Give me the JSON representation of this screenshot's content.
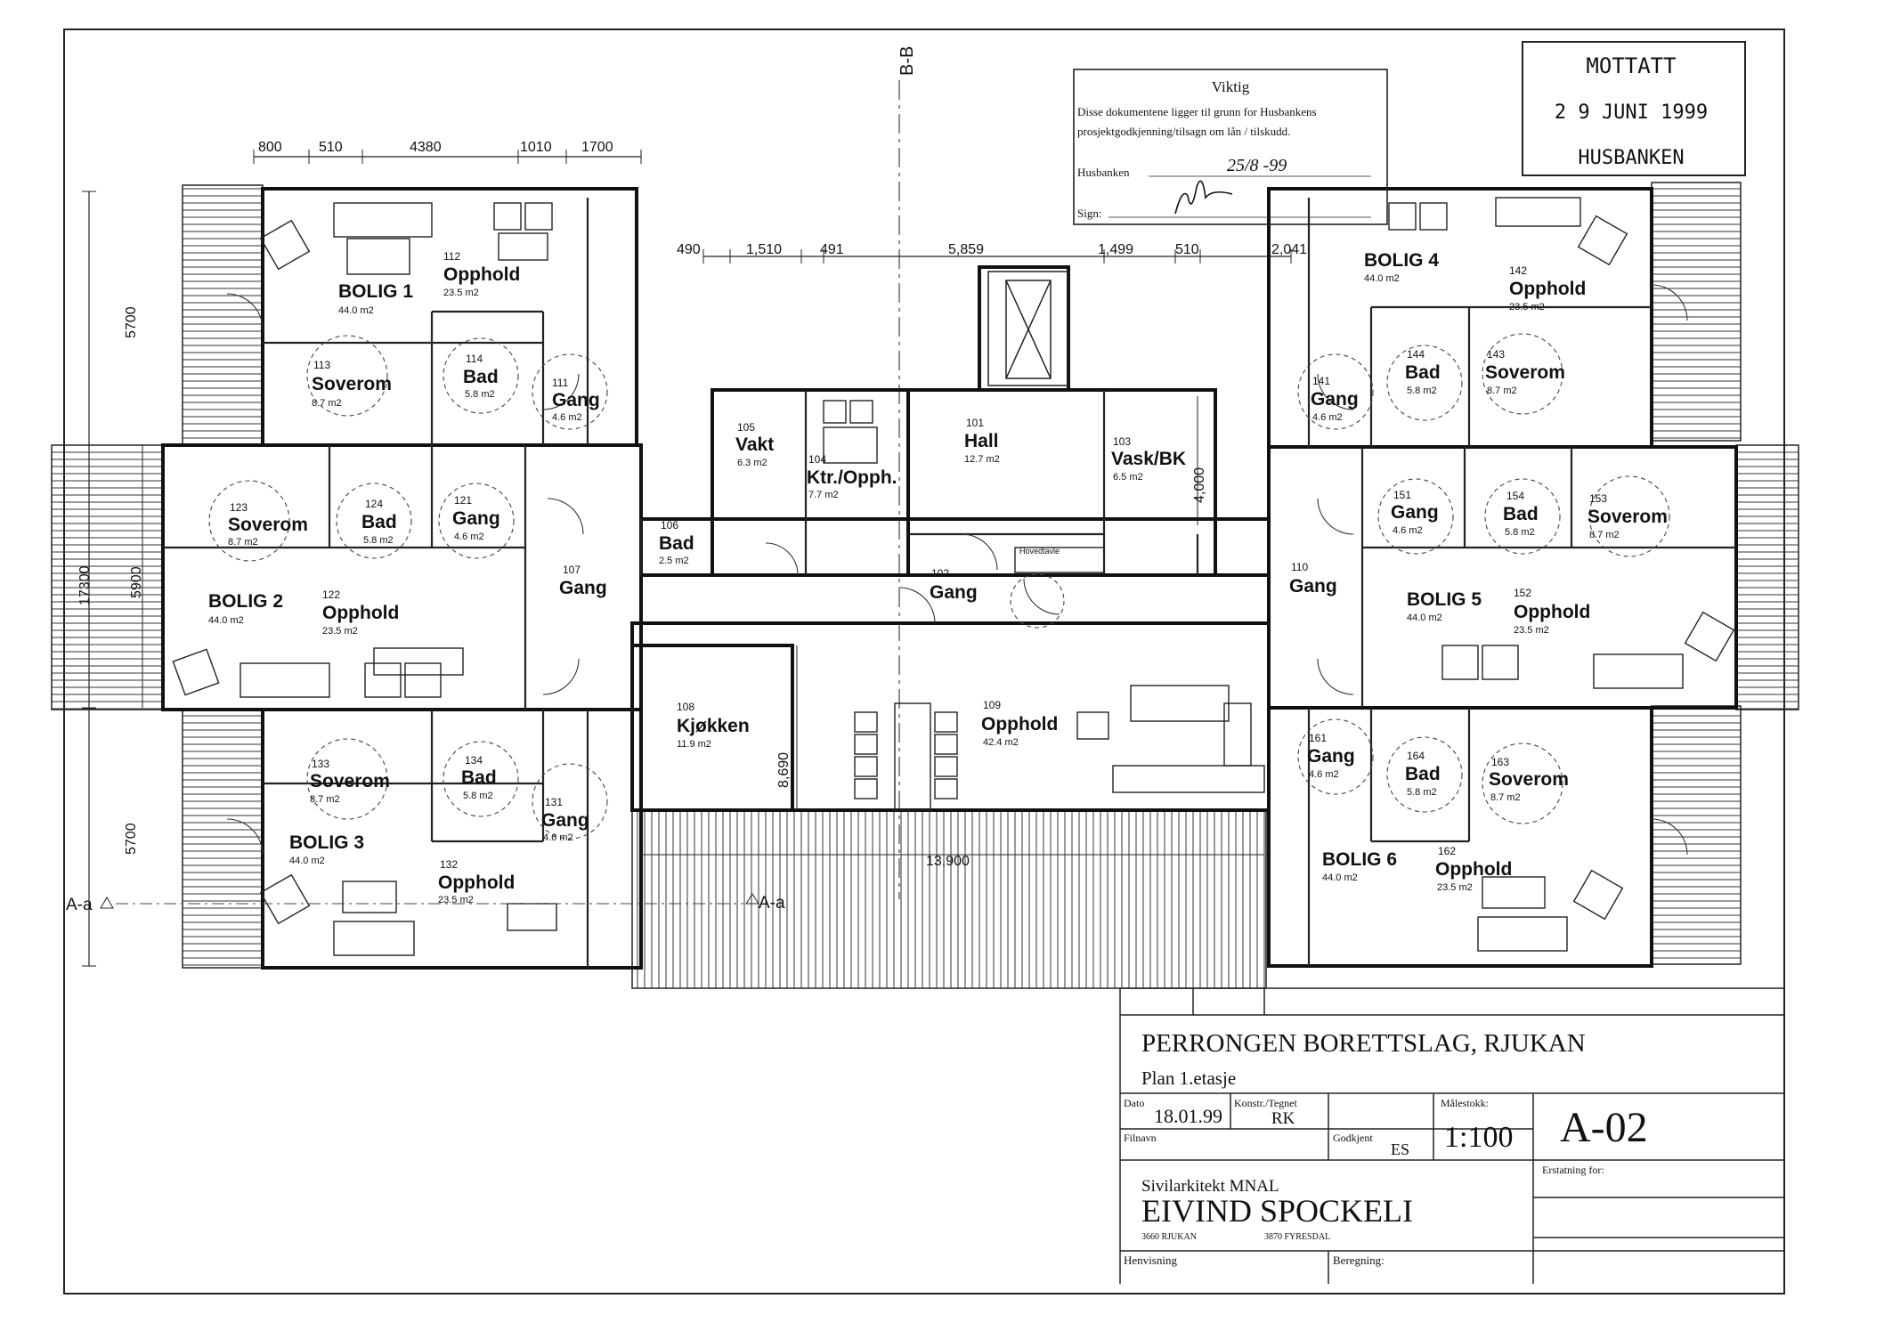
{
  "section_marker_bb": "B-B",
  "section_marker_aa": "A-a",
  "dims_top_left": [
    "800",
    "510",
    "4380",
    "1010",
    "1700"
  ],
  "dims_center": [
    "490",
    "1,510",
    "491",
    "5,859",
    "1,499",
    "510",
    "2,041"
  ],
  "dims_left": [
    "5700",
    "17300",
    "5900",
    "5700"
  ],
  "dims_interior": [
    "4,000",
    "8,690",
    "13,900"
  ],
  "rooms": [
    {
      "no": "112",
      "name": "Opphold",
      "area": "23.5 m2"
    },
    {
      "no": "",
      "name": "BOLIG 1",
      "area": "44.0 m2"
    },
    {
      "no": "113",
      "name": "Soverom",
      "area": "8.7 m2"
    },
    {
      "no": "114",
      "name": "Bad",
      "area": "5.8 m2"
    },
    {
      "no": "111",
      "name": "Gang",
      "area": "4.6 m2"
    },
    {
      "no": "123",
      "name": "Soverom",
      "area": "8.7 m2"
    },
    {
      "no": "124",
      "name": "Bad",
      "area": "5.8 m2"
    },
    {
      "no": "121",
      "name": "Gang",
      "area": "4.6 m2"
    },
    {
      "no": "",
      "name": "BOLIG 2",
      "area": "44.0 m2"
    },
    {
      "no": "122",
      "name": "Opphold",
      "area": "23.5 m2"
    },
    {
      "no": "107",
      "name": "Gang",
      "area": ""
    },
    {
      "no": "133",
      "name": "Soverom",
      "area": "8.7 m2"
    },
    {
      "no": "134",
      "name": "Bad",
      "area": "5.8 m2"
    },
    {
      "no": "131",
      "name": "Gang",
      "area": "4.6 m2"
    },
    {
      "no": "",
      "name": "BOLIG 3",
      "area": "44.0 m2"
    },
    {
      "no": "132",
      "name": "Opphold",
      "area": "23.5 m2"
    },
    {
      "no": "105",
      "name": "Vakt",
      "area": "6.3 m2"
    },
    {
      "no": "104",
      "name": "Ktr./Opph.",
      "area": "7.7 m2"
    },
    {
      "no": "101",
      "name": "Hall",
      "area": "12.7 m2"
    },
    {
      "no": "103",
      "name": "Vask/BK",
      "area": "6.5 m2"
    },
    {
      "no": "106",
      "name": "Bad",
      "area": "2.5 m2"
    },
    {
      "no": "102",
      "name": "Gang",
      "area": ""
    },
    {
      "no": "108",
      "name": "Kjøkken",
      "area": "11.9 m2"
    },
    {
      "no": "109",
      "name": "Opphold",
      "area": "42.4 m2"
    },
    {
      "no": "",
      "name": "BOLIG 4",
      "area": "44.0 m2"
    },
    {
      "no": "142",
      "name": "Opphold",
      "area": "23.5 m2"
    },
    {
      "no": "141",
      "name": "Gang",
      "area": "4.6 m2"
    },
    {
      "no": "144",
      "name": "Bad",
      "area": "5.8 m2"
    },
    {
      "no": "143",
      "name": "Soverom",
      "area": "8.7 m2"
    },
    {
      "no": "151",
      "name": "Gang",
      "area": "4.6 m2"
    },
    {
      "no": "154",
      "name": "Bad",
      "area": "5.8 m2"
    },
    {
      "no": "153",
      "name": "Soverom",
      "area": "8.7 m2"
    },
    {
      "no": "110",
      "name": "Gang",
      "area": ""
    },
    {
      "no": "",
      "name": "BOLIG 5",
      "area": "44.0 m2"
    },
    {
      "no": "152",
      "name": "Opphold",
      "area": "23.5 m2"
    },
    {
      "no": "161",
      "name": "Gang",
      "area": "4.6 m2"
    },
    {
      "no": "164",
      "name": "Bad",
      "area": "5.8 m2"
    },
    {
      "no": "163",
      "name": "Soverom",
      "area": "8.7 m2"
    },
    {
      "no": "",
      "name": "BOLIG 6",
      "area": "44.0 m2"
    },
    {
      "no": "162",
      "name": "Opphold",
      "area": "23.5 m2"
    }
  ],
  "hovedtavle": "Hovedtavle",
  "notice": {
    "title": "Viktig",
    "line1": "Disse dokumentene ligger til grunn for Husbankens",
    "line2": "prosjektgodkjenning/tilsagn om lån / tilskudd.",
    "husbanken_label": "Husbanken",
    "date_hand": "25/8 -99",
    "sign_label": "Sign:"
  },
  "stamp": {
    "line1": "MOTTATT",
    "line2": "2 9 JUNI 1999",
    "line3": "HUSBANKEN"
  },
  "title_block": {
    "project": "PERRONGEN BORETTSLAG, RJUKAN",
    "subtitle": "Plan 1.etasje",
    "dato_label": "Dato",
    "dato": "18.01.99",
    "konstr_label": "Konstr./Tegnet",
    "konstr": "RK",
    "malestokk_label": "Målestokk:",
    "scale": "1:100",
    "drawing_no": "A-02",
    "filnavn_label": "Filnavn",
    "godkjent_label": "Godkjent",
    "godkjent": "ES",
    "erstatning_label": "Erstatning for:",
    "arch_title": "Sivilarkitekt MNAL",
    "arch_name": "EIVIND SPOCKELI",
    "addr1": "3660 RJUKAN",
    "addr2": "3870 FYRESDAL",
    "henvisning_label": "Henvisning",
    "beregning_label": "Beregning:"
  }
}
